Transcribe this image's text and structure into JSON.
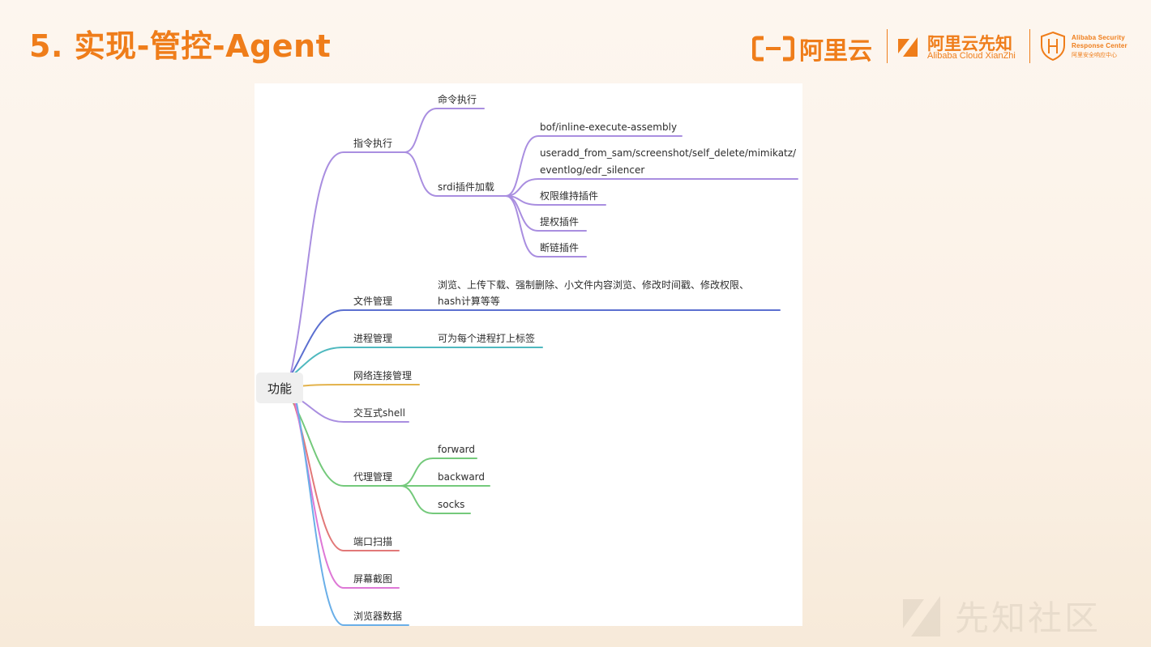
{
  "page_title": "5. 实现-管控-Agent",
  "branding": {
    "aliyun": "阿里云",
    "xianzhi": "阿里云先知",
    "xianzhi_en": "Alibaba Cloud XianZhi",
    "asrc_line1": "Alibaba Security",
    "asrc_line2": "Response Center",
    "asrc_cn": "阿里安全响应中心",
    "watermark": "先知社区"
  },
  "colors": {
    "accent": "#ef7d1a",
    "branch_purple": "#a98ee0",
    "branch_blue": "#5b6fd0",
    "branch_teal": "#4fb9bf",
    "branch_yellow": "#e3b24b",
    "branch_green": "#74c97b",
    "branch_red": "#e27878",
    "branch_pink": "#de78d6",
    "branch_sky": "#6aafe8"
  },
  "mindmap": {
    "root": "功能",
    "branches": {
      "cmd": {
        "label": "指令执行",
        "children": {
          "exec": "命令执行",
          "srdi": {
            "label": "srdi插件加载",
            "children": {
              "bof": "bof/inline-execute-assembly",
              "useradd_line1": "useradd_from_sam/screenshot/self_delete/mimikatz/",
              "useradd_line2": "eventlog/edr_silencer",
              "persist": "权限维持插件",
              "privesc": "提权插件",
              "chain": "断链插件"
            }
          }
        }
      },
      "file": {
        "label": "文件管理",
        "detail_line1": "浏览、上传下载、强制删除、小文件内容浏览、修改时间戳、修改权限、",
        "detail_line2": "hash计算等等"
      },
      "process": {
        "label": "进程管理",
        "detail": "可为每个进程打上标签"
      },
      "network": {
        "label": "网络连接管理"
      },
      "shell": {
        "label": "交互式shell"
      },
      "proxy": {
        "label": "代理管理",
        "children": {
          "forward": "forward",
          "backward": "backward",
          "socks": "socks"
        }
      },
      "portscan": {
        "label": "端口扫描"
      },
      "screenshot": {
        "label": "屏幕截图"
      },
      "browser": {
        "label": "浏览器数据"
      }
    }
  }
}
